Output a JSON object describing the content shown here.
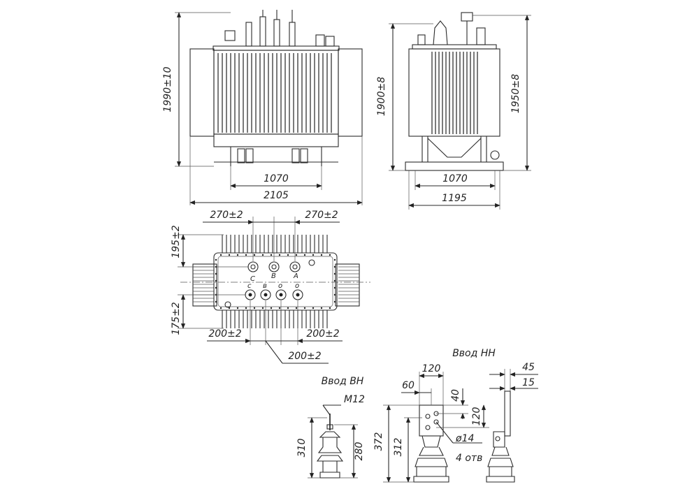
{
  "front_view": {
    "height_dim": "1990±10",
    "inner_dim": "1070",
    "overall_dim": "2105"
  },
  "side_view": {
    "height_left_dim": "1900±8",
    "height_right_dim": "1950±8",
    "inner_dim": "1070",
    "overall_dim": "1195"
  },
  "top_view": {
    "top_left_dim": "270±2",
    "top_right_dim": "270±2",
    "left_upper_dim": "195±2",
    "left_lower_dim": "175±2",
    "bottom_left_dim": "200±2",
    "bottom_right_dim": "200±2",
    "bottom_center_dim": "200±2",
    "hv_labels": [
      "C",
      "B",
      "A"
    ],
    "lv_labels": [
      "c",
      "в",
      "о",
      "о"
    ]
  },
  "hv_bushing": {
    "title": "Ввод ВН",
    "thread": "M12",
    "height_dim": "310",
    "inner_height_dim": "280"
  },
  "lv_bushing": {
    "title": "Ввод НН",
    "width_dim": "120",
    "offset_dim": "60",
    "hole_offset_dim": "40",
    "hole_span_dim": "120",
    "total_height_dim": "372",
    "body_height_dim": "312",
    "hole_dim": "ø14",
    "hole_count": "4 отв",
    "side_width_dim": "45",
    "side_thickness_dim": "15"
  }
}
